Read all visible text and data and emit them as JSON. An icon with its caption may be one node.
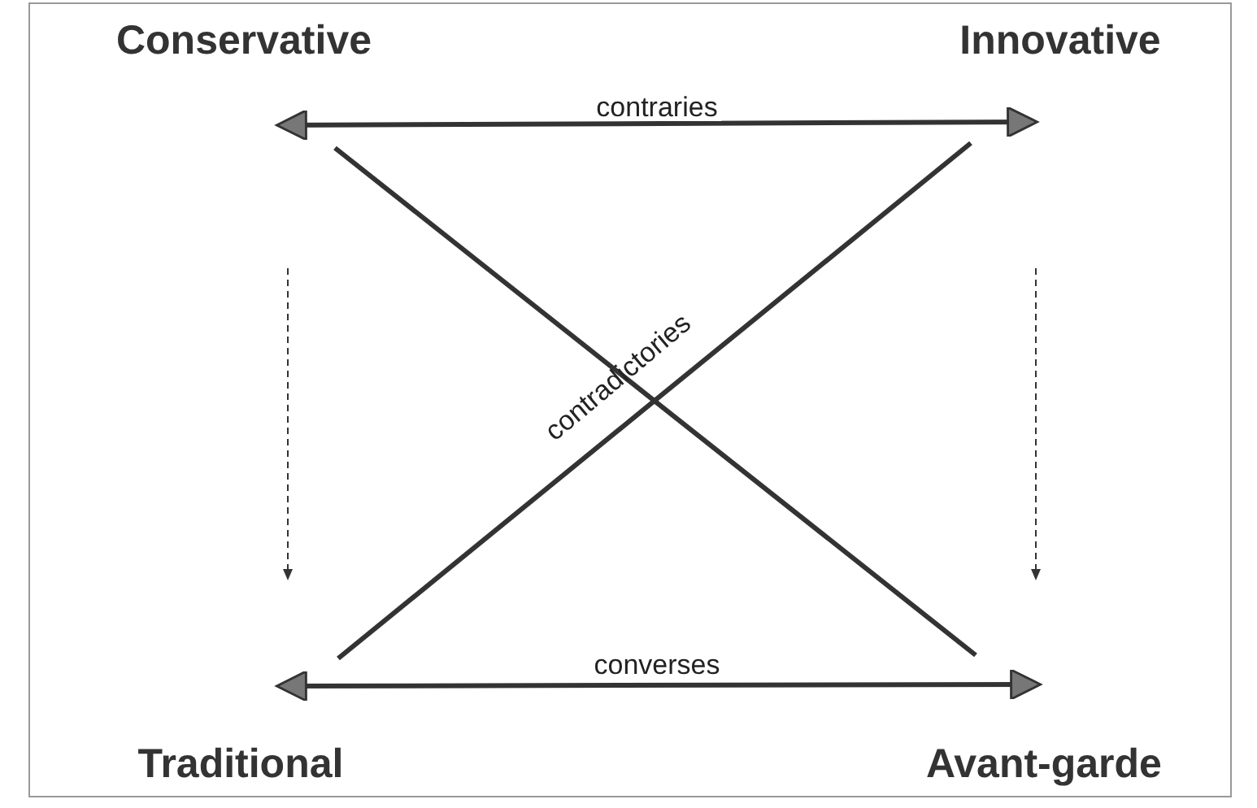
{
  "diagram": {
    "nodes": [
      {
        "text": [
          "Conservative"
        ]
      },
      {
        "text": [
          "Innovative"
        ]
      },
      {
        "text": [
          "Traditional"
        ]
      },
      {
        "text": [
          "Avant-garde"
        ]
      }
    ],
    "edges": [
      {
        "from": 0,
        "to": 1,
        "arrow": "both",
        "label": "contraries"
      },
      {
        "from": 2,
        "to": 3,
        "arrow": "both",
        "label": "converses"
      },
      {
        "from": 0,
        "to": 3,
        "arrow": "none"
      },
      {
        "from": 1,
        "to": 2,
        "arrow": "none",
        "label": "contradictories"
      }
    ]
  }
}
